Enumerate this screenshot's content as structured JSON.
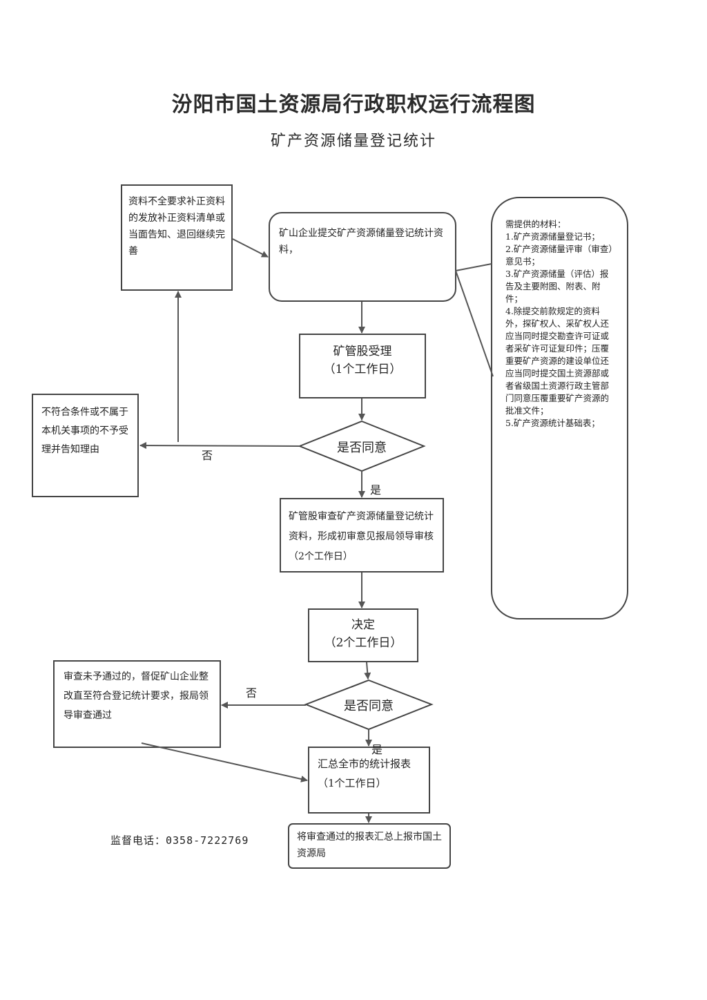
{
  "title": "汾阳市国土资源局行政职权运行流程图",
  "subtitle": "矿产资源储量登记统计",
  "nodes": {
    "correction_notice": "资料不全要求补正资料的发放补正资料清单或当面告知、退回继续完善",
    "submit": "矿山企业提交矿产资源储量登记统计资料，",
    "accept_title": "矿管股受理",
    "accept_days": "（1个工作日）",
    "decision1": "是否同意",
    "reject": "不符合条件或不属于本机关事项的不予受理并告知理由",
    "review": "矿管股审查矿产资源储量登记统计资料，形成初审意见报局领导审核（2个工作日）",
    "decide_title": "决定",
    "decide_days": "（2个工作日）",
    "decision2": "是否同意",
    "rectify": "审查未予通过的，督促矿山企业整改直至符合登记统计要求，报局领导审查通过",
    "summarize_title": "汇总全市的统计报表",
    "summarize_days": "（1个工作日）",
    "report": "将审查通过的报表汇总上报市国土资源局"
  },
  "labels": {
    "no1": "否",
    "yes1": "是",
    "no2": "否",
    "yes2": "是"
  },
  "materials": {
    "heading": "需提供的材料：",
    "items": [
      "1.矿产资源储量登记书；",
      "2.矿产资源储量评审（审查）意见书；",
      "3.矿产资源储量（评估）报告及主要附图、附表、附件；",
      "4.除提交前款规定的资料外，探矿权人、采矿权人还应当同时提交勘查许可证或者采矿许可证复印件；压覆重要矿产资源的建设单位还应当同时提交国土资源部或者省级国土资源行政主管部门同意压覆重要矿产资源的批准文件；",
      "5.矿产资源统计基础表；"
    ]
  },
  "supervision_phone": "监督电话：0358-7222769"
}
